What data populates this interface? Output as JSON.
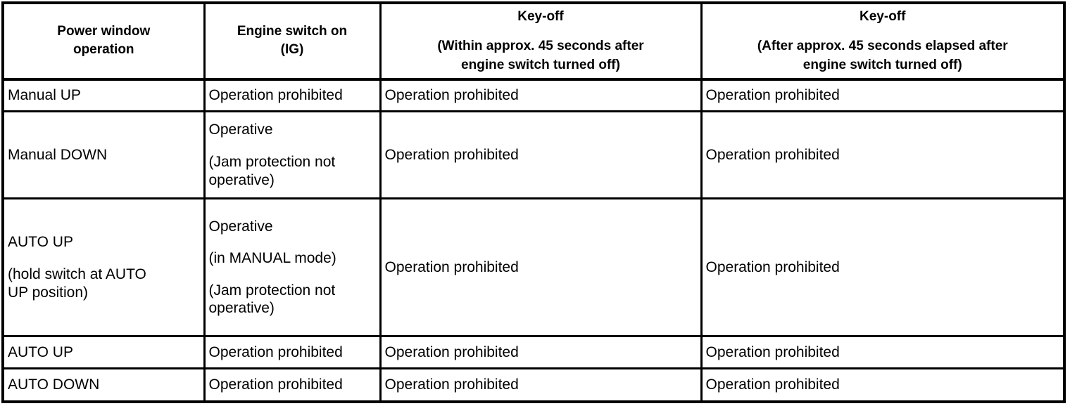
{
  "table": {
    "columns": [
      {
        "id": "power-window-operation",
        "main": "Power window",
        "main2": "operation",
        "sub": ""
      },
      {
        "id": "engine-switch-on-ig",
        "main": "Engine switch on",
        "main2": "(IG)",
        "sub": ""
      },
      {
        "id": "key-off-within-45s",
        "main": "Key-off",
        "sub": "(Within approx. 45 seconds after",
        "sub2": "engine switch turned off)"
      },
      {
        "id": "key-off-after-45s",
        "main": "Key-off",
        "sub": "(After approx. 45 seconds elapsed after",
        "sub2": "engine switch turned off)"
      }
    ],
    "rows": [
      {
        "id": "manual-up",
        "operation": "Manual UP",
        "operation_note": "",
        "engine_switch_on": "Operation prohibited",
        "engine_switch_on_note": "",
        "engine_switch_on_note2": "",
        "key_off_within": "Operation prohibited",
        "key_off_after": "Operation prohibited"
      },
      {
        "id": "manual-down",
        "operation": "Manual DOWN",
        "operation_note": "",
        "engine_switch_on": "Operative",
        "engine_switch_on_note": "(Jam protection not",
        "engine_switch_on_note2": "operative)",
        "key_off_within": "Operation prohibited",
        "key_off_after": "Operation prohibited"
      },
      {
        "id": "auto-up-hold",
        "operation": "AUTO UP",
        "operation_note": "(hold switch at AUTO",
        "operation_note2": "UP position)",
        "engine_switch_on": "Operative",
        "engine_switch_on_mode": "(in MANUAL mode)",
        "engine_switch_on_note": "(Jam protection not",
        "engine_switch_on_note2": "operative)",
        "key_off_within": "Operation prohibited",
        "key_off_after": "Operation prohibited"
      },
      {
        "id": "auto-up",
        "operation": "AUTO UP",
        "operation_note": "",
        "engine_switch_on": "Operation prohibited",
        "engine_switch_on_note": "",
        "engine_switch_on_note2": "",
        "key_off_within": "Operation prohibited",
        "key_off_after": "Operation prohibited"
      },
      {
        "id": "auto-down",
        "operation": "AUTO DOWN",
        "operation_note": "",
        "engine_switch_on": "Operation prohibited",
        "engine_switch_on_note": "",
        "engine_switch_on_note2": "",
        "key_off_within": "Operation prohibited",
        "key_off_after": "Operation prohibited"
      }
    ]
  },
  "colors": {
    "border": "#000000",
    "background": "#ffffff",
    "text": "#000000"
  }
}
